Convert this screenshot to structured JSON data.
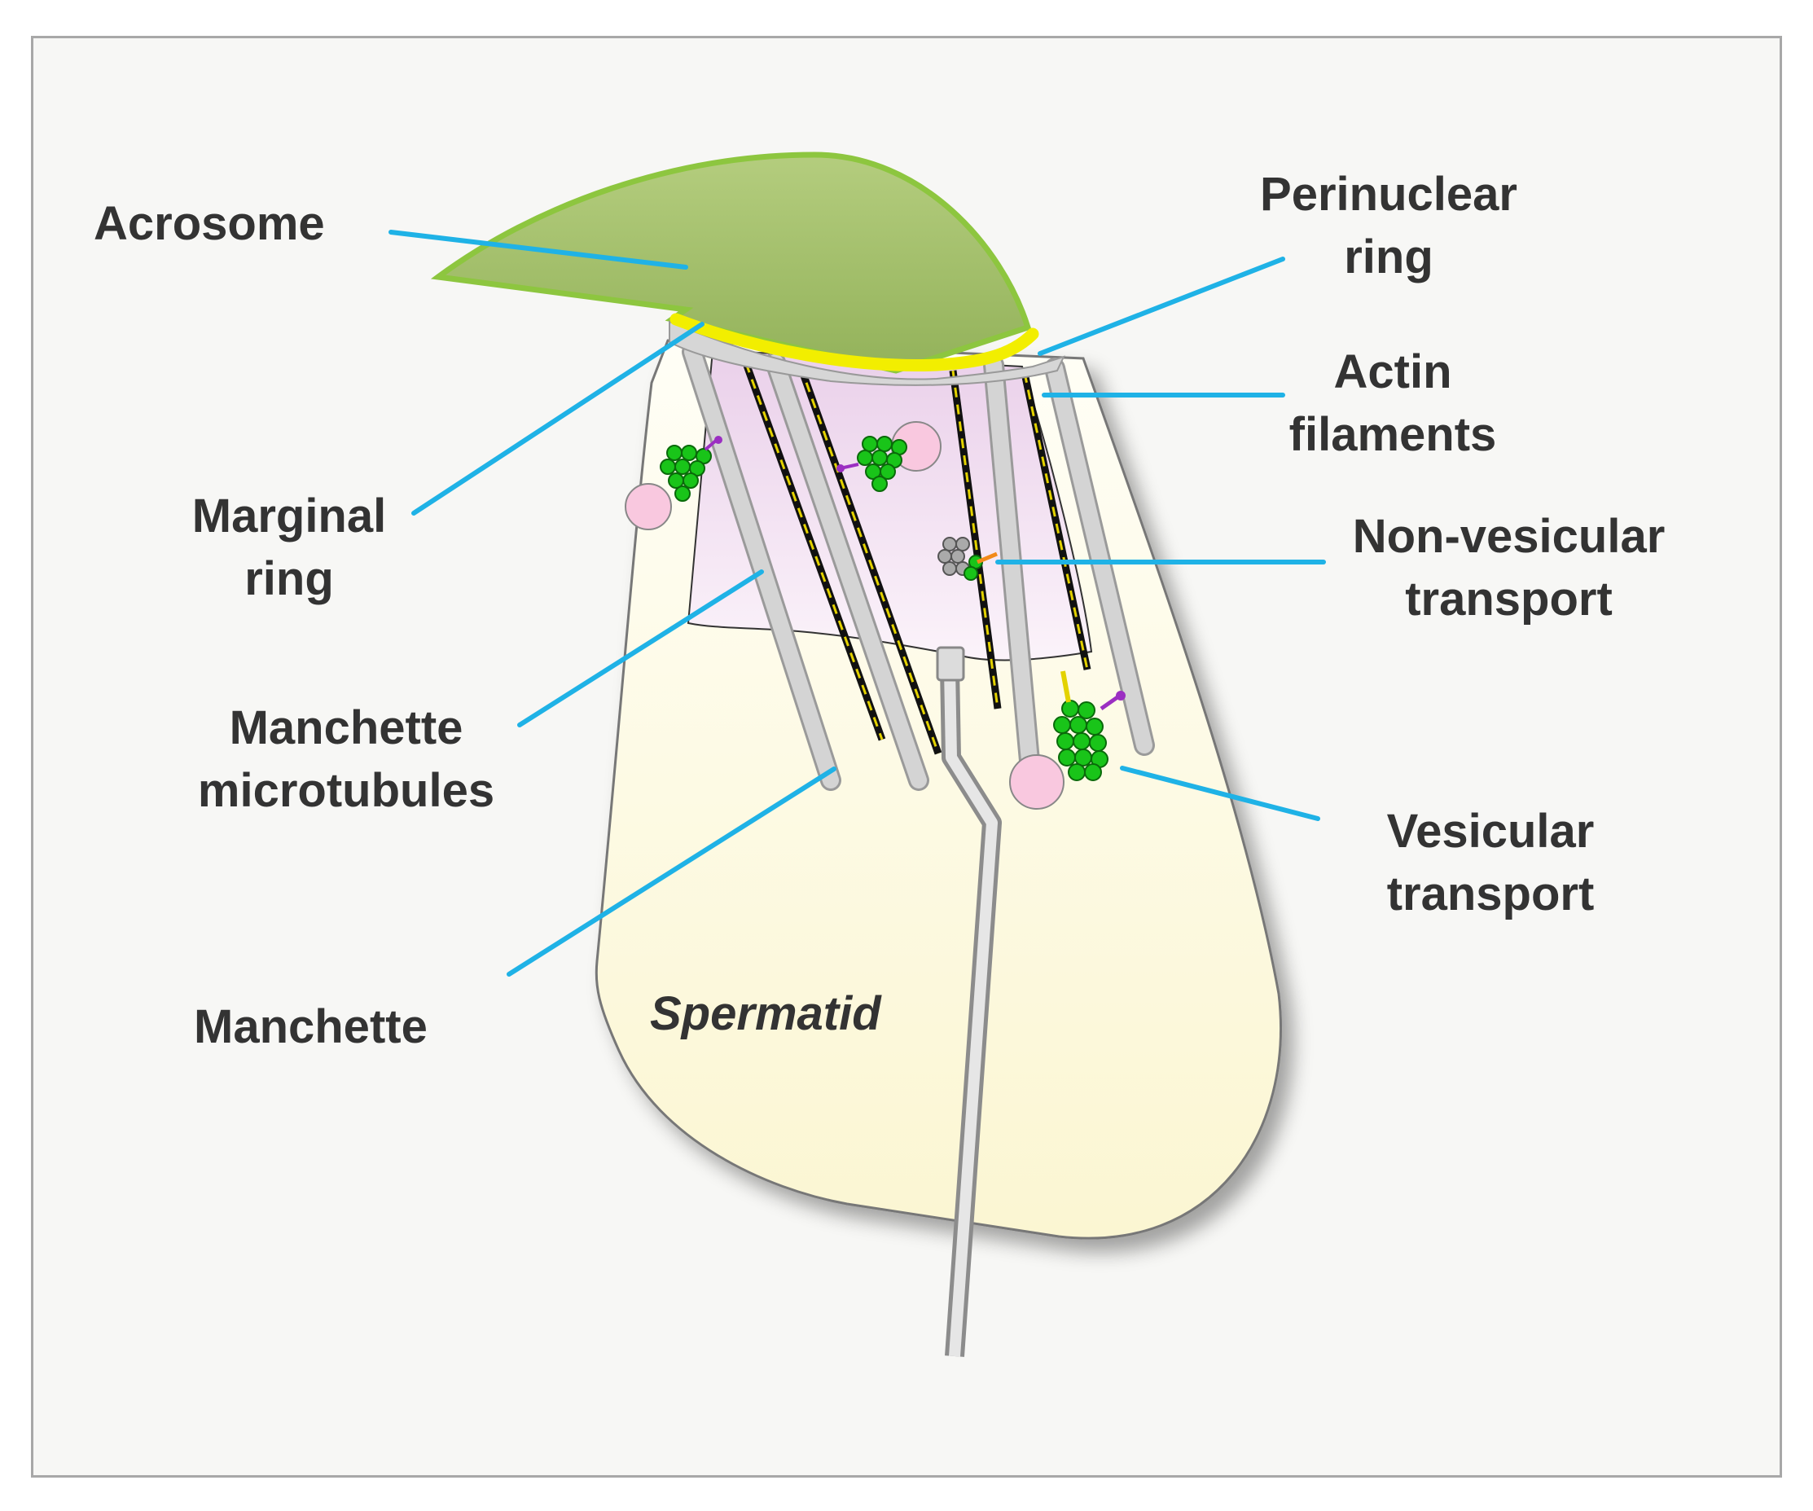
{
  "labels": {
    "acrosome": "Acrosome",
    "perinuclear_ring": [
      "Perinuclear",
      "ring"
    ],
    "actin_filaments": [
      "Actin",
      "filaments"
    ],
    "marginal_ring": [
      "Marginal",
      "ring"
    ],
    "non_vesicular_transport": [
      "Non-vesicular",
      "transport"
    ],
    "manchette_microtubules": [
      "Manchette",
      "microtubules"
    ],
    "vesicular_transport": [
      "Vesicular",
      "transport"
    ],
    "manchette": "Manchette",
    "spermatid": "Spermatid"
  },
  "colors": {
    "leader_line": "#1fb2e6",
    "acrosome_fill": "#a4bf6e",
    "acrosome_edge": "#8dc63f",
    "perinuclear_ring": "#f2ee00",
    "cell_fill": "#fdfbe4",
    "manchette_fill": "#efd9ee",
    "microtubule": "#c8c8c8",
    "actin": "#e3d200",
    "motor_green": "#19c419",
    "vesicle": "#f9c8df",
    "label_text": "#333333"
  }
}
